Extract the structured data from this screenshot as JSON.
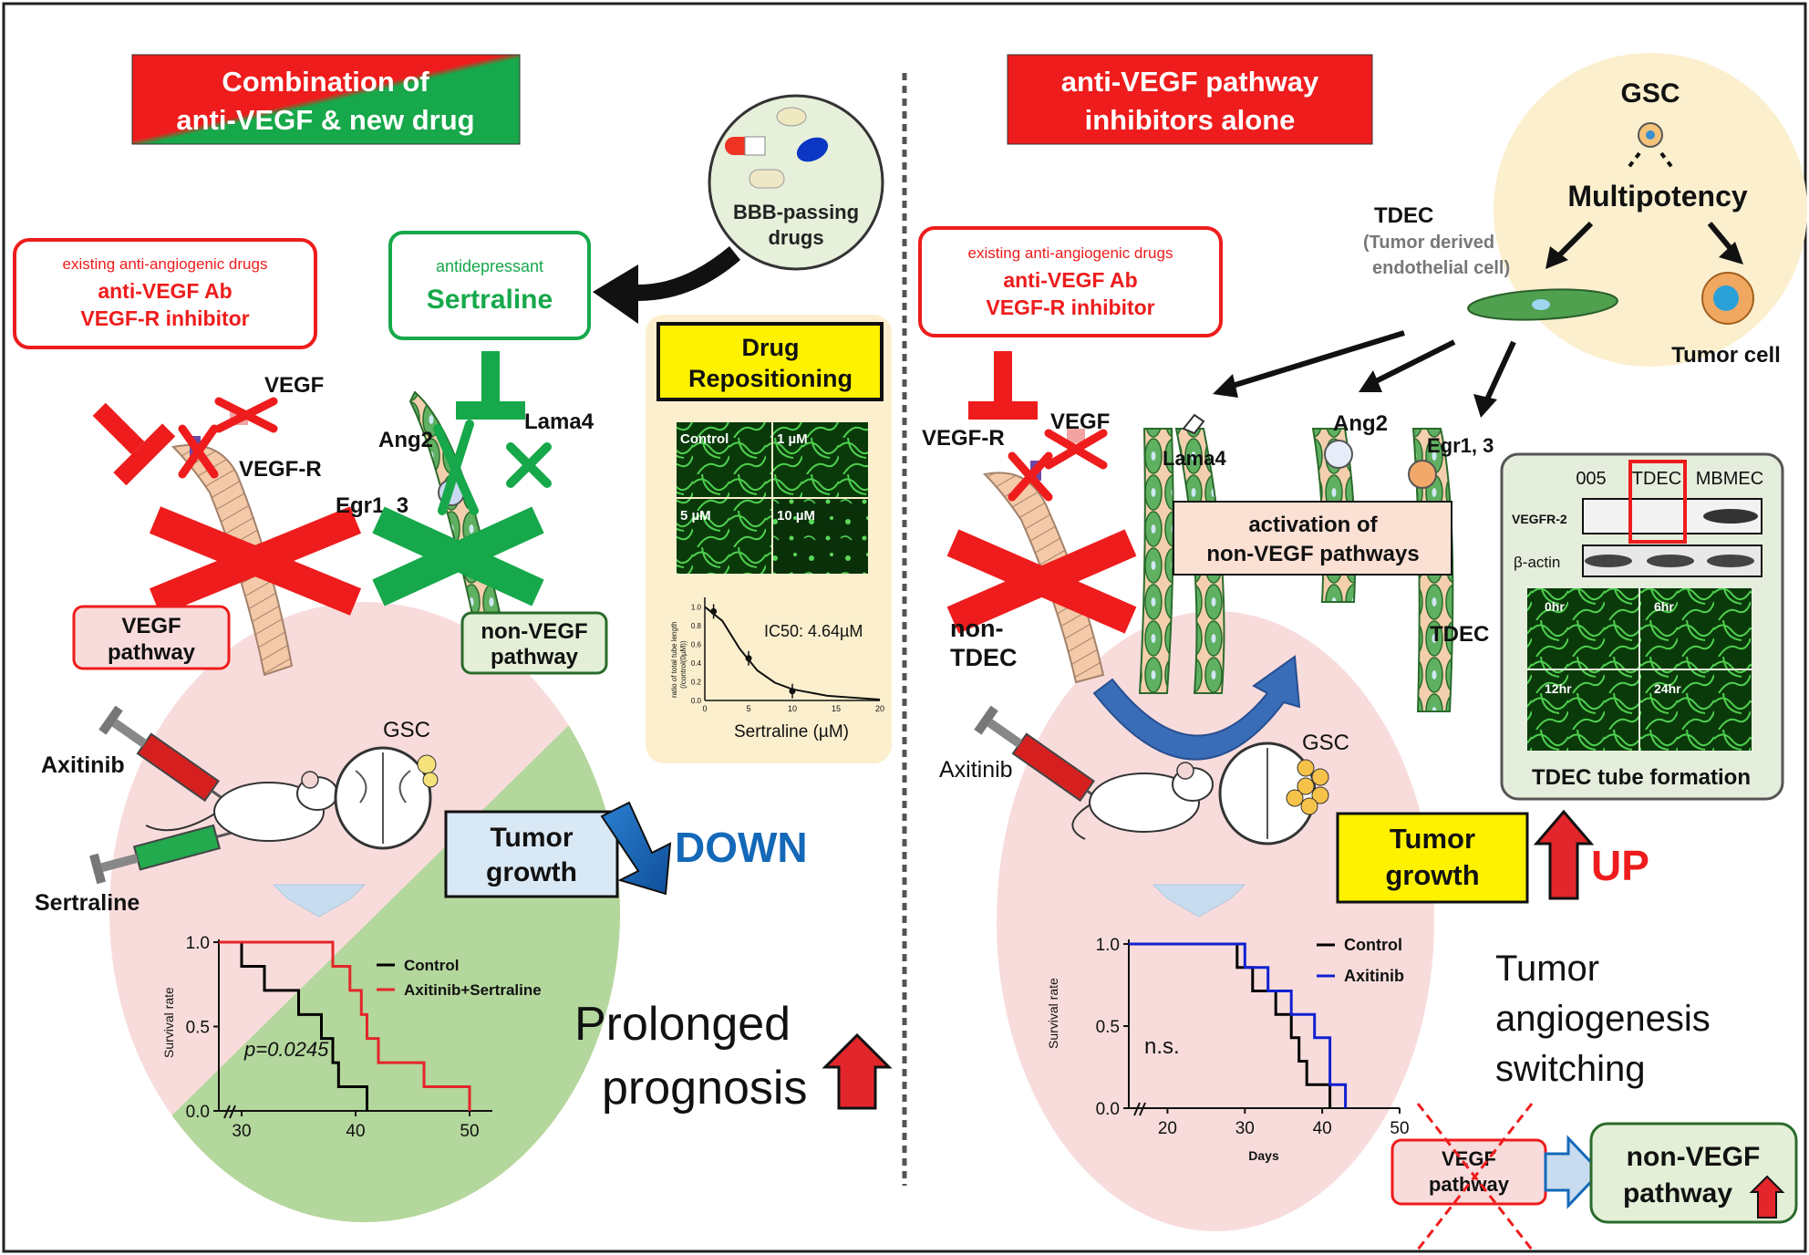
{
  "left": {
    "title_line1": "Combination of",
    "title_line2": "anti-VEGF & new drug",
    "existing_caption": "existing anti-angiogenic drugs",
    "existing_line1": "anti-VEGF Ab",
    "existing_line2": "VEGF-R inhibitor",
    "antidepressant_caption": "antidepressant",
    "antidepressant_name": "Sertraline",
    "bbb_line1": "BBB-passing",
    "bbb_line2": "drugs",
    "repo_line1": "Drug",
    "repo_line2": "Repositioning",
    "micro_labels": [
      "Control",
      "1 µM",
      "5 µM",
      "10 µM"
    ],
    "ic50_text": "IC50: 4.64µM",
    "ic50_ylabel_1": "ratio of total tube length",
    "ic50_ylabel_2": "(/control(0µM))",
    "ic50_xlabel": "Sertraline (µM)",
    "ic50_yticks": [
      "0.0",
      "0.2",
      "0.4",
      "0.6",
      "0.8",
      "1.0"
    ],
    "ic50_xticks": [
      "0",
      "5",
      "10",
      "15",
      "20"
    ],
    "label_vegf": "VEGF",
    "label_vegfr": "VEGF-R",
    "label_ang2": "Ang2",
    "label_lama4": "Lama4",
    "label_egr": "Egr1, 3",
    "vegf_pathway_1": "VEGF",
    "vegf_pathway_2": "pathway",
    "nonvegf_pathway_1": "non-VEGF",
    "nonvegf_pathway_2": "pathway",
    "axitinib": "Axitinib",
    "sertraline": "Sertraline",
    "gsc": "GSC",
    "tumor_line1": "Tumor",
    "tumor_line2": "growth",
    "down": "DOWN",
    "prolonged_1": "Prolonged",
    "prolonged_2": "prognosis",
    "pvalue": "p=0.0245"
  },
  "right": {
    "title_line1": "anti-VEGF pathway",
    "title_line2": "inhibitors alone",
    "existing_caption": "existing anti-angiogenic drugs",
    "existing_line1": "anti-VEGF Ab",
    "existing_line2": "VEGF-R inhibitor",
    "gsc_top": "GSC",
    "multipotency": "Multipotency",
    "tdec_title": "TDEC",
    "tdec_sub1": "(Tumor derived",
    "tdec_sub2": "endothelial cell)",
    "tumor_cell": "Tumor cell",
    "label_vegf": "VEGF",
    "label_vegfr": "VEGF-R",
    "label_lama4": "Lama4",
    "label_ang2": "Ang2",
    "label_egr": "Egr1, 3",
    "activation_1": "activation of",
    "activation_2": "non-VEGF pathways",
    "non_tdec_1": "non-",
    "non_tdec_2": "TDEC",
    "tdec_side": "TDEC",
    "wb_headers": [
      "005",
      "TDEC",
      "MBMEC"
    ],
    "wb_rows": [
      "VEGFR-2",
      "β-actin"
    ],
    "tube_times": [
      "0hr",
      "6hr",
      "12hr",
      "24hr"
    ],
    "tube_caption": "TDEC tube formation",
    "axitinib": "Axitinib",
    "gsc": "GSC",
    "tumor_line1": "Tumor",
    "tumor_line2": "growth",
    "up": "UP",
    "angio_1": "Tumor",
    "angio_2": "angiogenesis",
    "angio_3": "switching",
    "ns": "n.s.",
    "vegf_box_1": "VEGF",
    "vegf_box_2": "pathway",
    "nonvegf_box_1": "non-VEGF",
    "nonvegf_box_2": "pathway"
  },
  "colors": {
    "red": "#ee1c1c",
    "green": "#16a84a",
    "blue": "#1468b8",
    "yellow": "#fff200",
    "pink_bg": "#f8dcdc",
    "green_bg": "#b3d79c"
  },
  "chart_data": [
    {
      "type": "line",
      "title": "",
      "xlabel": "",
      "ylabel": "Survival rate",
      "xlim": [
        28,
        52
      ],
      "ylim": [
        0,
        1
      ],
      "xticks": [
        30,
        40,
        50
      ],
      "yticks": [
        0.0,
        0.5,
        1.0
      ],
      "legend_position": "top-right",
      "annotation": "p=0.0245",
      "series": [
        {
          "name": "Control",
          "color": "#000000",
          "steps": [
            [
              28,
              1.0
            ],
            [
              30,
              1.0
            ],
            [
              30,
              0.857
            ],
            [
              32,
              0.857
            ],
            [
              32,
              0.714
            ],
            [
              35,
              0.714
            ],
            [
              35,
              0.571
            ],
            [
              37,
              0.571
            ],
            [
              37,
              0.429
            ],
            [
              38,
              0.429
            ],
            [
              38,
              0.286
            ],
            [
              38.5,
              0.286
            ],
            [
              38.5,
              0.143
            ],
            [
              41,
              0.143
            ],
            [
              41,
              0.0
            ]
          ]
        },
        {
          "name": "Axitinib+Sertraline",
          "color": "#e3262b",
          "steps": [
            [
              28,
              1.0
            ],
            [
              38,
              1.0
            ],
            [
              38,
              0.857
            ],
            [
              39.5,
              0.857
            ],
            [
              39.5,
              0.714
            ],
            [
              40.5,
              0.714
            ],
            [
              40.5,
              0.571
            ],
            [
              41,
              0.571
            ],
            [
              41,
              0.429
            ],
            [
              42,
              0.429
            ],
            [
              42,
              0.286
            ],
            [
              46,
              0.286
            ],
            [
              46,
              0.143
            ],
            [
              50,
              0.143
            ],
            [
              50,
              0.0
            ]
          ]
        }
      ]
    },
    {
      "type": "line",
      "title": "",
      "xlabel": "Days",
      "ylabel": "Survival rate",
      "xlim": [
        15,
        50
      ],
      "ylim": [
        0,
        1
      ],
      "xticks": [
        20,
        30,
        40,
        50
      ],
      "yticks": [
        0.0,
        0.5,
        1.0
      ],
      "legend_position": "top-right",
      "annotation": "n.s.",
      "series": [
        {
          "name": "Control",
          "color": "#000000",
          "steps": [
            [
              15,
              1.0
            ],
            [
              29,
              1.0
            ],
            [
              29,
              0.857
            ],
            [
              31,
              0.857
            ],
            [
              31,
              0.714
            ],
            [
              34,
              0.714
            ],
            [
              34,
              0.571
            ],
            [
              36,
              0.571
            ],
            [
              36,
              0.429
            ],
            [
              37,
              0.429
            ],
            [
              37,
              0.286
            ],
            [
              38,
              0.286
            ],
            [
              38,
              0.143
            ],
            [
              41,
              0.143
            ],
            [
              41,
              0.0
            ]
          ]
        },
        {
          "name": "Axitinib",
          "color": "#1020d0",
          "steps": [
            [
              15,
              1.0
            ],
            [
              30,
              1.0
            ],
            [
              30,
              0.857
            ],
            [
              33,
              0.857
            ],
            [
              33,
              0.714
            ],
            [
              36,
              0.714
            ],
            [
              36,
              0.571
            ],
            [
              39,
              0.571
            ],
            [
              39,
              0.429
            ],
            [
              41,
              0.429
            ],
            [
              41,
              0.143
            ],
            [
              43,
              0.143
            ],
            [
              43,
              0.0
            ]
          ]
        }
      ]
    },
    {
      "type": "line",
      "title": "",
      "xlabel": "Sertraline (µM)",
      "ylabel": "ratio of total tube length (/control(0µM))",
      "xlim": [
        0,
        20
      ],
      "ylim": [
        0,
        1.1
      ],
      "annotation": "IC50: 4.64µM",
      "points": [
        [
          1,
          0.95
        ],
        [
          5,
          0.45
        ],
        [
          10,
          0.1
        ]
      ],
      "curve": [
        [
          0,
          1.0
        ],
        [
          2,
          0.85
        ],
        [
          4,
          0.55
        ],
        [
          6,
          0.32
        ],
        [
          8,
          0.19
        ],
        [
          10,
          0.12
        ],
        [
          14,
          0.05
        ],
        [
          20,
          0.01
        ]
      ]
    }
  ]
}
